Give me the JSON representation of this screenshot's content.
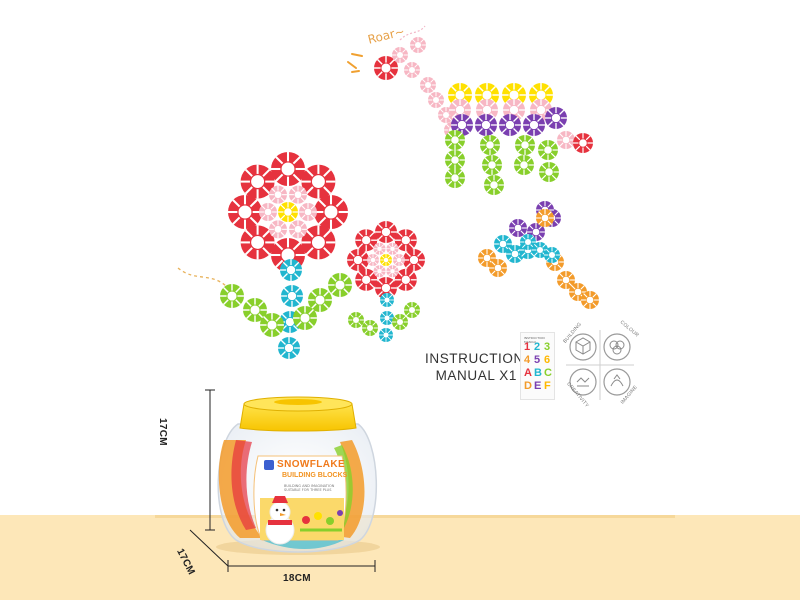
{
  "speech": {
    "roar": "Roar~"
  },
  "manual": {
    "line1": "INSTRUCTION",
    "line2": "MANUAL X1"
  },
  "manual_card": {
    "header": "INSTRUCTION MANUAL",
    "digits": [
      "1",
      "2",
      "3",
      "4",
      "5",
      "6",
      "A",
      "B",
      "C",
      "D",
      "E",
      "F"
    ]
  },
  "features": {
    "top_left": "BUILDING",
    "top_right": "COLOUR",
    "bottom_left": "CREATIVITY",
    "bottom_right": "IMAGINE"
  },
  "jar_label": {
    "title": "SNOWFLAKE",
    "subtitle": "BUILDING BLOCKS",
    "small_1": "BUILDING AND IMAGINATION",
    "small_2": "SUITABLE FOR THREE PLUS"
  },
  "dimensions": {
    "height": "17CM",
    "depth": "17CM",
    "width": "18CM"
  },
  "colors": {
    "red": "#e6323e",
    "pink": "#f7b7c4",
    "yellow": "#ffe100",
    "green": "#88cf2b",
    "teal": "#21b6cf",
    "purple": "#7a3fb0",
    "orange": "#f39b2a",
    "lid": "#ffd31a",
    "floor": "#fde7b8"
  }
}
